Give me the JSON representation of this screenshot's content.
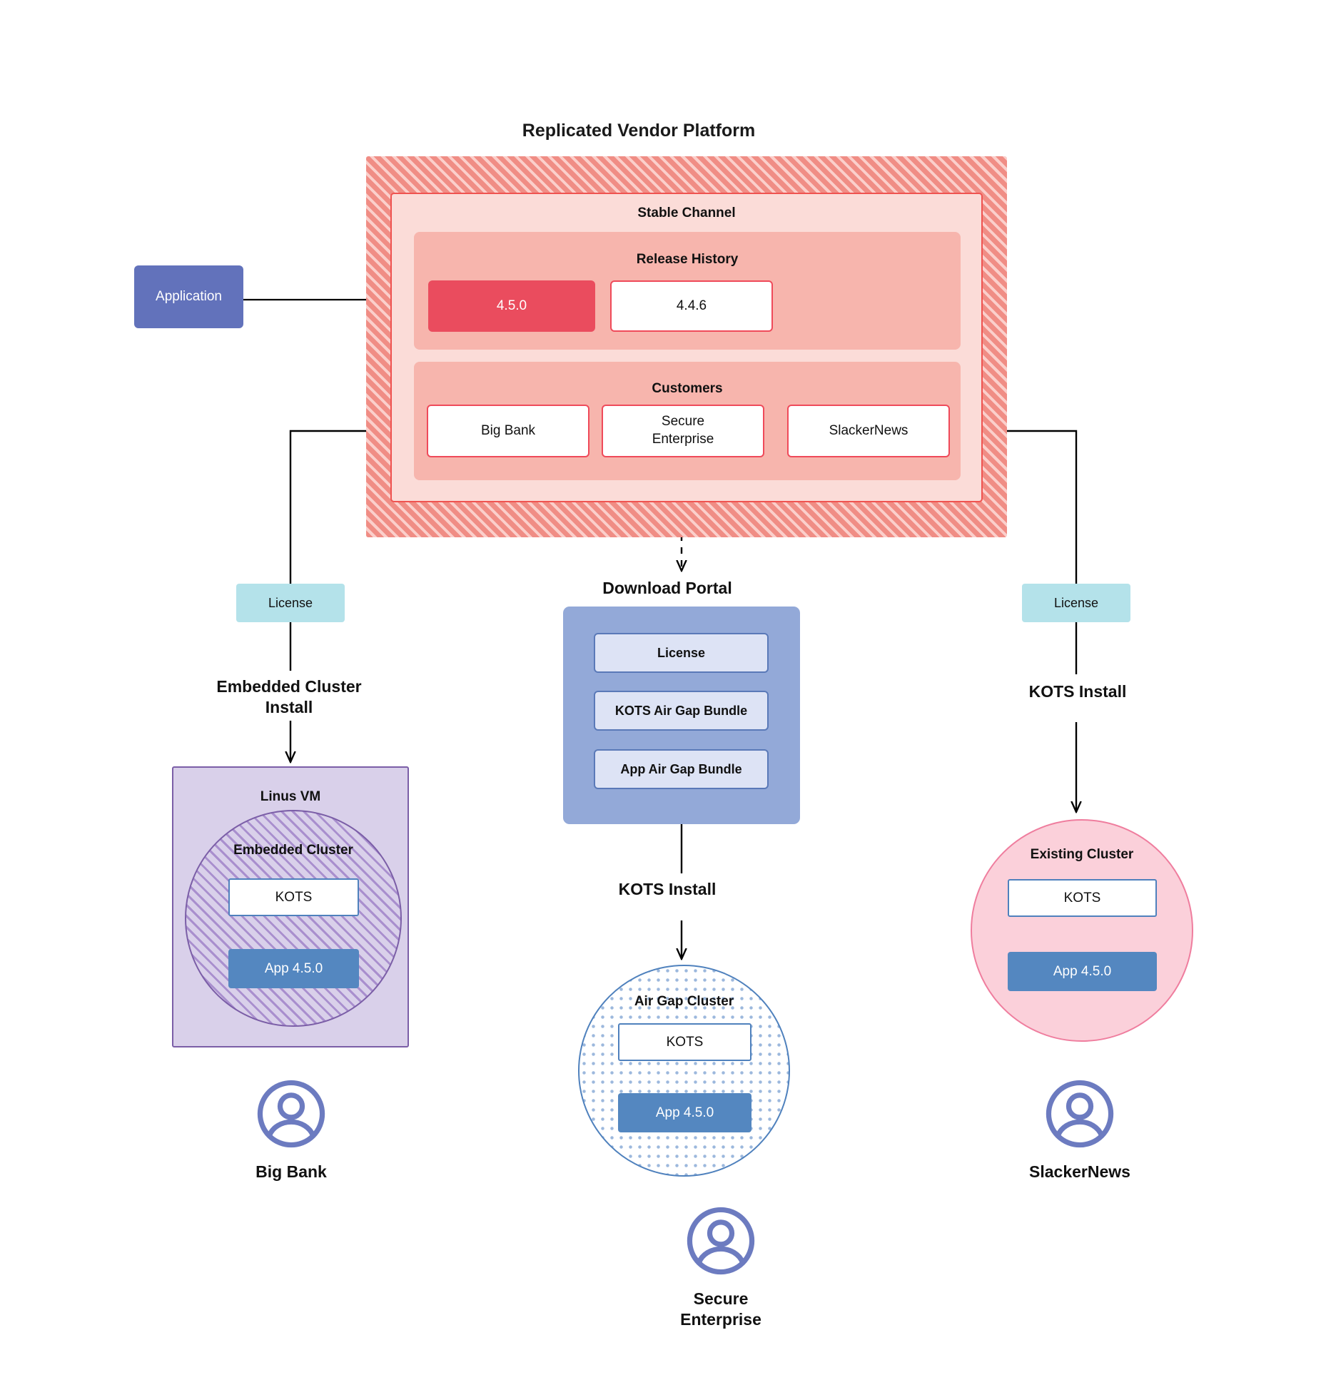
{
  "platform": {
    "title": "Replicated Vendor Platform",
    "channel_title": "Stable Channel",
    "release_history": {
      "title": "Release History",
      "releases": [
        {
          "version": "4.5.0",
          "state": "current"
        },
        {
          "version": "4.4.6",
          "state": "previous"
        }
      ]
    },
    "customers": {
      "title": "Customers",
      "items": [
        {
          "name": "Big Bank"
        },
        {
          "name": "Secure\nEnterprise"
        },
        {
          "name": "SlackerNews"
        }
      ]
    }
  },
  "application": {
    "label": "Application"
  },
  "licenses": {
    "left_label": "License",
    "right_label": "License"
  },
  "install_labels": {
    "embedded_cluster": "Embedded Cluster\nInstall",
    "kots_middle": "KOTS Install",
    "kots_right": "KOTS Install"
  },
  "download_portal": {
    "title": "Download  Portal",
    "items": [
      {
        "label": "License"
      },
      {
        "label": "KOTS Air Gap Bundle"
      },
      {
        "label": "App Air Gap Bundle"
      }
    ]
  },
  "targets": {
    "vm": {
      "title": "Linus VM",
      "cluster_title": "Embedded Cluster",
      "kots_label": "KOTS",
      "app_label": "App 4.5.0"
    },
    "airgap": {
      "title": "Air Gap Cluster",
      "kots_label": "KOTS",
      "app_label": "App 4.5.0"
    },
    "existing": {
      "title": "Existing Cluster",
      "kots_label": "KOTS",
      "app_label": "App 4.5.0"
    }
  },
  "personas": [
    {
      "name": "Big Bank",
      "icon": "user-avatar-icon"
    },
    {
      "name": "Secure\nEnterprise",
      "icon": "user-avatar-icon"
    },
    {
      "name": "SlackerNews",
      "icon": "user-avatar-icon"
    }
  ],
  "colors": {
    "platform_hatch": "#f08d85",
    "platform_hatch_stripe": "#fbcfcb",
    "channel_bg": "#fbdcd8",
    "panel_bg": "#f7b5ad",
    "release_current": "#ea4c5e",
    "accent_red": "#ef4a5a",
    "application_blue": "#6272bb",
    "license_teal": "#b4e2ea",
    "portal_blue": "#93a9d8",
    "portal_item_bg": "#dde3f5",
    "vm_purple": "#d9d0ea",
    "vm_border": "#7b5ea7",
    "app_blue": "#5487c0",
    "kots_border": "#4f81bd",
    "existing_pink": "#fbd0da",
    "existing_border": "#ef7d9e",
    "persona_blue": "#6c7bc0"
  }
}
